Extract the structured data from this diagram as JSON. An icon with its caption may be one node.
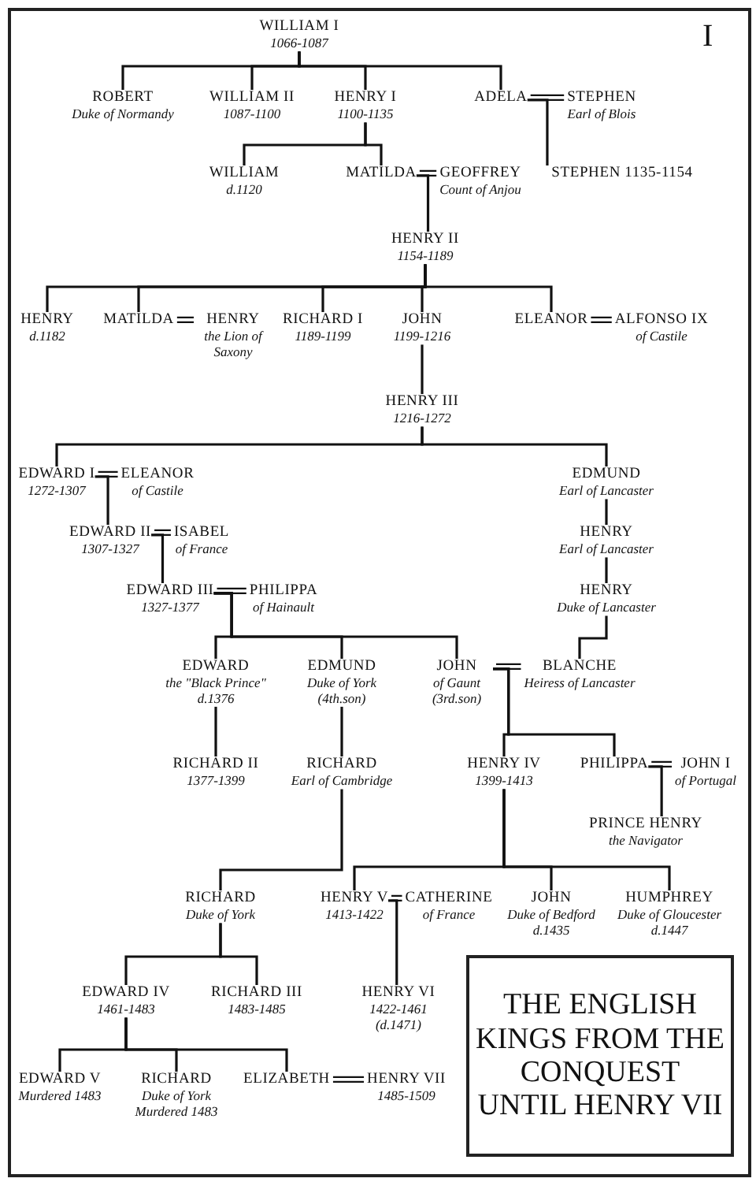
{
  "diagram": {
    "title": "THE ENGLISH KINGS FROM THE CONQUEST UNTIL HENRY VII",
    "nodes": [
      {
        "text": [
          "WILLIAM I",
          "1066-1087"
        ]
      },
      {
        "text": [
          "ROBERT",
          "Duke of Normandy"
        ]
      },
      {
        "text": [
          "WILLIAM II",
          "1087-1100"
        ]
      },
      {
        "text": [
          "HENRY I",
          "1100-1135"
        ]
      },
      {
        "text": [
          "ADELA"
        ]
      },
      {
        "text": [
          "STEPHEN",
          "Earl of Blois"
        ]
      },
      {
        "text": [
          "WILLIAM",
          "d.1120"
        ]
      },
      {
        "text": [
          "MATILDA"
        ]
      },
      {
        "text": [
          "GEOFFREY",
          "Count of Anjou"
        ]
      },
      {
        "text": [
          "STEPHEN 1135-1154"
        ]
      },
      {
        "text": [
          "HENRY II",
          "1154-1189"
        ]
      },
      {
        "text": [
          "HENRY",
          "d.1182"
        ]
      },
      {
        "text": [
          "MATILDA"
        ]
      },
      {
        "text": [
          "HENRY",
          "the Lion of Saxony"
        ]
      },
      {
        "text": [
          "RICHARD I",
          "1189-1199"
        ]
      },
      {
        "text": [
          "JOHN",
          "1199-1216"
        ]
      },
      {
        "text": [
          "ELEANOR"
        ]
      },
      {
        "text": [
          "ALFONSO IX",
          "of Castile"
        ]
      },
      {
        "text": [
          "HENRY III",
          "1216-1272"
        ]
      },
      {
        "text": [
          "EDWARD I",
          "1272-1307"
        ]
      },
      {
        "text": [
          "ELEANOR",
          "of Castile"
        ]
      },
      {
        "text": [
          "EDMUND",
          "Earl of Lancaster"
        ]
      },
      {
        "text": [
          "EDWARD II",
          "1307-1327"
        ]
      },
      {
        "text": [
          "ISABEL",
          "of France"
        ]
      },
      {
        "text": [
          "HENRY",
          "Earl of Lancaster"
        ]
      },
      {
        "text": [
          "EDWARD III",
          "1327-1377"
        ]
      },
      {
        "text": [
          "PHILIPPA",
          "of Hainault"
        ]
      },
      {
        "text": [
          "HENRY",
          "Duke of Lancaster"
        ]
      },
      {
        "text": [
          "EDWARD",
          "the \"Black Prince\" d.1376"
        ]
      },
      {
        "text": [
          "EDMUND",
          "Duke of York (4th.son)"
        ]
      },
      {
        "text": [
          "JOHN",
          "of Gaunt (3rd.son)"
        ]
      },
      {
        "text": [
          "BLANCHE",
          "Heiress of Lancaster"
        ]
      },
      {
        "text": [
          "RICHARD II",
          "1377-1399"
        ]
      },
      {
        "text": [
          "RICHARD",
          "Earl of Cambridge"
        ]
      },
      {
        "text": [
          "HENRY IV",
          "1399-1413"
        ]
      },
      {
        "text": [
          "PHILIPPA"
        ]
      },
      {
        "text": [
          "JOHN I",
          "of Portugal"
        ]
      },
      {
        "text": [
          "PRINCE HENRY",
          "the Navigator"
        ]
      },
      {
        "text": [
          "RICHARD",
          "Duke of York"
        ]
      },
      {
        "text": [
          "HENRY V",
          "1413-1422"
        ]
      },
      {
        "text": [
          "CATHERINE",
          "of France"
        ]
      },
      {
        "text": [
          "JOHN",
          "Duke of Bedford d.1435"
        ]
      },
      {
        "text": [
          "HUMPHREY",
          "Duke of Gloucester d.1447"
        ]
      },
      {
        "text": [
          "EDWARD IV",
          "1461-1483"
        ]
      },
      {
        "text": [
          "RICHARD III",
          "1483-1485"
        ]
      },
      {
        "text": [
          "HENRY VI",
          "1422-1461 (d.1471)"
        ]
      },
      {
        "text": [
          "EDWARD V",
          "Murdered 1483"
        ]
      },
      {
        "text": [
          "RICHARD",
          "Duke of York Murdered 1483"
        ]
      },
      {
        "text": [
          "ELIZABETH"
        ]
      },
      {
        "text": [
          "HENRY VII",
          "1485-1509"
        ]
      }
    ],
    "edges": [
      {
        "from": 0,
        "to": 1,
        "arrow": "none"
      },
      {
        "from": 0,
        "to": 2,
        "arrow": "none"
      },
      {
        "from": 0,
        "to": 3,
        "arrow": "none"
      },
      {
        "from": 0,
        "to": 4,
        "arrow": "none"
      },
      {
        "from": 4,
        "to": 5,
        "arrow": "none"
      },
      {
        "from": 4,
        "to": 9,
        "arrow": "none"
      },
      {
        "from": 3,
        "to": 6,
        "arrow": "none"
      },
      {
        "from": 3,
        "to": 7,
        "arrow": "none"
      },
      {
        "from": 7,
        "to": 8,
        "arrow": "none"
      },
      {
        "from": 7,
        "to": 10,
        "arrow": "none"
      },
      {
        "from": 10,
        "to": 11,
        "arrow": "none"
      },
      {
        "from": 10,
        "to": 12,
        "arrow": "none"
      },
      {
        "from": 10,
        "to": 14,
        "arrow": "none"
      },
      {
        "from": 10,
        "to": 15,
        "arrow": "none"
      },
      {
        "from": 10,
        "to": 16,
        "arrow": "none"
      },
      {
        "from": 12,
        "to": 13,
        "arrow": "none"
      },
      {
        "from": 16,
        "to": 17,
        "arrow": "none"
      },
      {
        "from": 15,
        "to": 18,
        "arrow": "none"
      },
      {
        "from": 18,
        "to": 19,
        "arrow": "none"
      },
      {
        "from": 18,
        "to": 21,
        "arrow": "none"
      },
      {
        "from": 19,
        "to": 20,
        "arrow": "none"
      },
      {
        "from": 19,
        "to": 22,
        "arrow": "none"
      },
      {
        "from": 22,
        "to": 23,
        "arrow": "none"
      },
      {
        "from": 22,
        "to": 25,
        "arrow": "none"
      },
      {
        "from": 25,
        "to": 26,
        "arrow": "none"
      },
      {
        "from": 21,
        "to": 24,
        "arrow": "none"
      },
      {
        "from": 24,
        "to": 27,
        "arrow": "none"
      },
      {
        "from": 25,
        "to": 28,
        "arrow": "none"
      },
      {
        "from": 25,
        "to": 29,
        "arrow": "none"
      },
      {
        "from": 25,
        "to": 30,
        "arrow": "none"
      },
      {
        "from": 27,
        "to": 31,
        "arrow": "none"
      },
      {
        "from": 30,
        "to": 31,
        "arrow": "none"
      },
      {
        "from": 28,
        "to": 32,
        "arrow": "none"
      },
      {
        "from": 29,
        "to": 33,
        "arrow": "none"
      },
      {
        "from": 30,
        "to": 34,
        "arrow": "none"
      },
      {
        "from": 30,
        "to": 35,
        "arrow": "none"
      },
      {
        "from": 35,
        "to": 36,
        "arrow": "none"
      },
      {
        "from": 35,
        "to": 37,
        "arrow": "none"
      },
      {
        "from": 33,
        "to": 38,
        "arrow": "none"
      },
      {
        "from": 34,
        "to": 39,
        "arrow": "none"
      },
      {
        "from": 34,
        "to": 41,
        "arrow": "none"
      },
      {
        "from": 34,
        "to": 42,
        "arrow": "none"
      },
      {
        "from": 39,
        "to": 40,
        "arrow": "none"
      },
      {
        "from": 39,
        "to": 45,
        "arrow": "none"
      },
      {
        "from": 38,
        "to": 43,
        "arrow": "none"
      },
      {
        "from": 38,
        "to": 44,
        "arrow": "none"
      },
      {
        "from": 43,
        "to": 46,
        "arrow": "none"
      },
      {
        "from": 43,
        "to": 47,
        "arrow": "none"
      },
      {
        "from": 43,
        "to": 48,
        "arrow": "none"
      },
      {
        "from": 48,
        "to": 49,
        "arrow": "none"
      }
    ],
    "labels": [
      "I"
    ]
  }
}
